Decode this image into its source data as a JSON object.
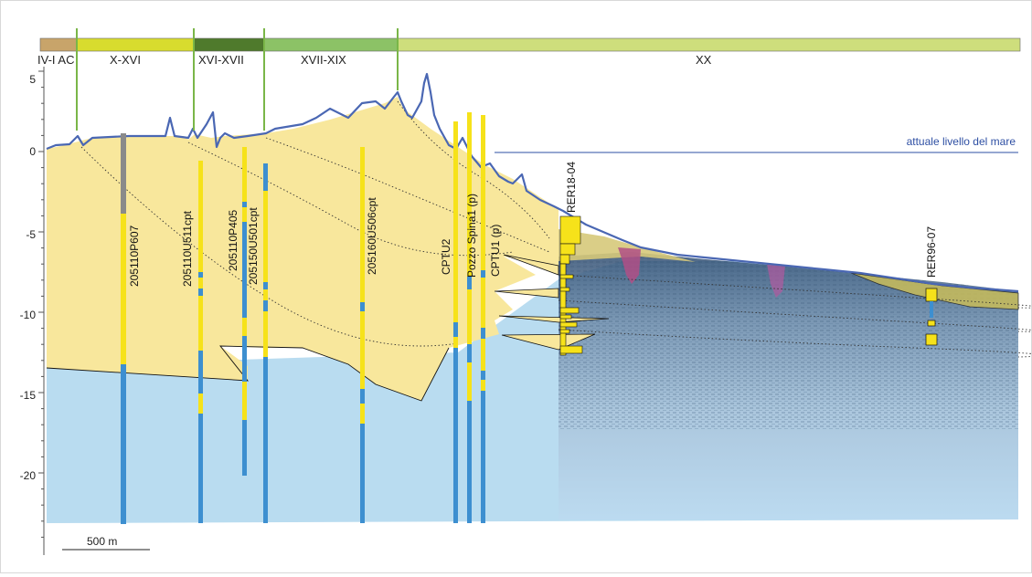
{
  "section": {
    "periods": [
      {
        "label": "IV-I AC",
        "color": "#c8a46a"
      },
      {
        "label": "X-XVI",
        "color": "#d8dc2e"
      },
      {
        "label": "XVI-XVII",
        "color": "#4f7a2c"
      },
      {
        "label": "XVII-XIX",
        "color": "#8cc266"
      },
      {
        "label": "XX",
        "color": "#cede7c"
      }
    ],
    "y_axis": {
      "ticks": [
        "5",
        "0",
        "-5",
        "-10",
        "-15",
        "-20"
      ]
    },
    "sea_level_label": "attuale livello del mare",
    "scale_bar_label": "500 m",
    "wells": [
      {
        "label": "205110P607"
      },
      {
        "label": "205110U511cpt"
      },
      {
        "label": "205110P405"
      },
      {
        "label": "205150U501cpt"
      },
      {
        "label": "205160U506cpt"
      },
      {
        "label": "CPTU2"
      },
      {
        "label": "Pozzo Spina1 (p)"
      },
      {
        "label": "CPTU1 (p)"
      },
      {
        "label": "RER18-04"
      },
      {
        "label": "RER96-07"
      }
    ],
    "colors": {
      "sand": "#f8e79c",
      "clay": "#b9dcf0",
      "topography": "#4a67b3",
      "column_yellow": "#f6e21a",
      "column_blue": "#3d8fd0",
      "column_grey": "#8a8a8a",
      "marker_green": "#7ab648"
    }
  }
}
